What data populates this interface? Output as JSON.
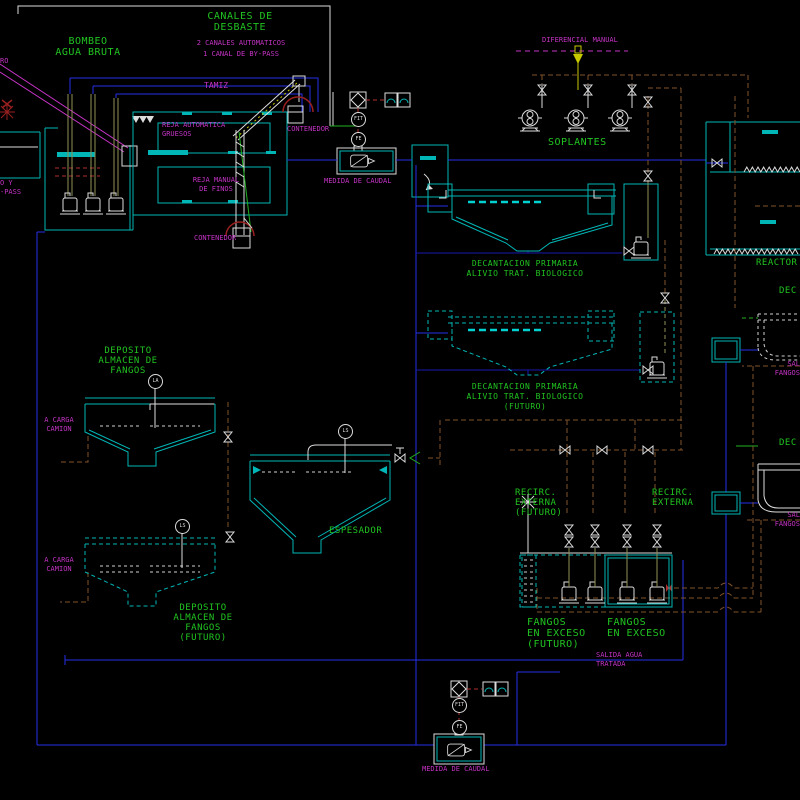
{
  "drawing": {
    "description": "Planta de tratamiento de aguas residuales - diagrama de proceso CAD",
    "background": "#000000"
  },
  "colors": {
    "tank_cyan": "#00b6b6",
    "pipe_blue": "#2530e8",
    "pipe_navy": "#1818b0",
    "sludge_brown": "#80522a",
    "label_green": "#21c421",
    "label_magenta": "#c433c4",
    "equipment_white": "#dcdcdc",
    "container_red": "#9a2020",
    "signal_red": "#b03030",
    "valve_yellow": "#c8c800",
    "pump_olive": "#8f8f55"
  },
  "labels": [
    {
      "name": "bombeo-title",
      "text": "BOMBEO\nAGUA BRUTA"
    },
    {
      "name": "canales-title",
      "text": "CANALES DE\nDESBASTE"
    },
    {
      "name": "canales-automaticos",
      "text": "2 CANALES AUTOMATICOS"
    },
    {
      "name": "canal-bypass",
      "text": "1 CANAL DE BY-PASS"
    },
    {
      "name": "tamiz",
      "text": "TAMIZ"
    },
    {
      "name": "reja-automatica",
      "text": "REJA AUTOMATICA\nGRUESOS"
    },
    {
      "name": "reja-manual",
      "text": "REJA MANUAL\nDE FINOS"
    },
    {
      "name": "contenedor-tamiz",
      "text": "CONTENEDOR"
    },
    {
      "name": "contenedor-reja",
      "text": "CONTENEDOR"
    },
    {
      "name": "medida-caudal-entrada",
      "text": "MEDIDA DE CAUDAL"
    },
    {
      "name": "diferencial-manual",
      "text": "DIFERENCIAL MANUAL"
    },
    {
      "name": "soplantes",
      "text": "SOPLANTES"
    },
    {
      "name": "decantacion-primaria-1",
      "text": "DECANTACION PRIMARIA\nALIVIO TRAT. BIOLOGICO"
    },
    {
      "name": "decantacion-primaria-2",
      "text": "DECANTACION PRIMARIA\nALIVIO TRAT. BIOLOGICO\n(FUTURO)"
    },
    {
      "name": "deposito-fangos",
      "text": "DEPOSITO\nALMACEN DE\nFANGOS"
    },
    {
      "name": "a-carga-camion-1",
      "text": "A CARGA\nCAMION"
    },
    {
      "name": "espesador",
      "text": "ESPESADOR"
    },
    {
      "name": "deposito-fangos-futuro",
      "text": "DEPOSITO\nALMACEN DE\nFANGOS\n(FUTURO)"
    },
    {
      "name": "a-carga-camion-2",
      "text": "A CARGA\nCAMION"
    },
    {
      "name": "recirc-externa-futuro",
      "text": "RECIRC.\nEXTERNA\n(FUTURO)"
    },
    {
      "name": "recirc-externa",
      "text": "RECIRC.\nEXTERNA"
    },
    {
      "name": "fangos-exceso-futuro",
      "text": "FANGOS\nEN EXCESO\n(FUTURO)"
    },
    {
      "name": "fangos-exceso",
      "text": "FANGOS\nEN EXCESO"
    },
    {
      "name": "salida-agua-tratada",
      "text": "SALIDA AGUA\nTRATADA"
    },
    {
      "name": "medida-caudal-salida",
      "text": "MEDIDA DE CAUDAL"
    },
    {
      "name": "reactor-fragment",
      "text": "REACTOR"
    },
    {
      "name": "decantacion-fragment-1",
      "text": "DEC"
    },
    {
      "name": "salida-fangos-fragment-1",
      "text": "SAL\nFANGOS"
    },
    {
      "name": "decantacion-fragment-2",
      "text": "DEC"
    },
    {
      "name": "salida-fangos-fragment-2",
      "text": "SAL\nFANGOS"
    },
    {
      "name": "entrada-fragment",
      "text": "RO"
    },
    {
      "name": "bypass-fragment",
      "text": "O Y\n-PASS"
    }
  ],
  "instrument_tags": [
    {
      "name": "level-alarm-deposito",
      "text": "LA"
    },
    {
      "name": "level-switch-espesador",
      "text": "LS"
    },
    {
      "name": "level-switch-deposito-futuro",
      "text": "LS"
    },
    {
      "name": "flow-transmitter-entrada",
      "text": "FIT"
    },
    {
      "name": "flow-element-entrada",
      "text": "FE"
    },
    {
      "name": "flow-transmitter-salida",
      "text": "FIT"
    },
    {
      "name": "flow-element-salida",
      "text": "FE"
    }
  ]
}
